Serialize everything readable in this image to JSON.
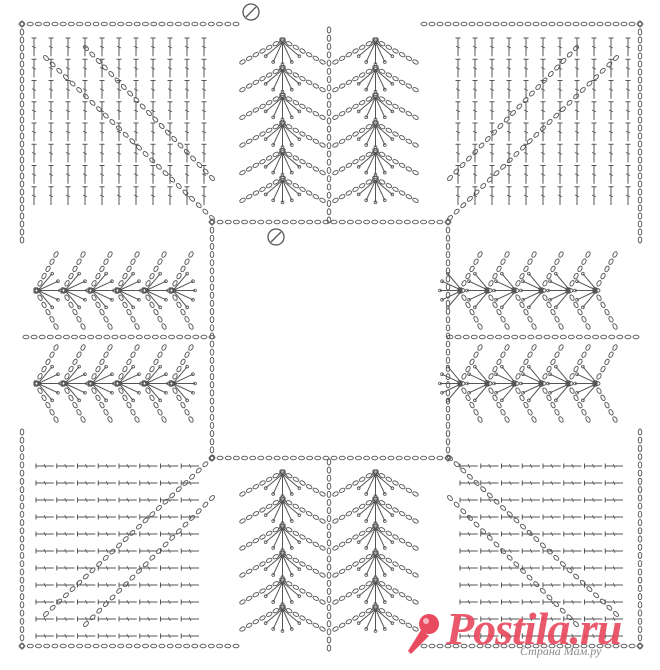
{
  "diagram": {
    "stroke_color": "#555555",
    "background": "#ffffff",
    "motif": "crochet square with openwork center"
  },
  "markers": {
    "start_top": {
      "label": "",
      "icon": "circled-slash-icon"
    },
    "start_inner": {
      "label": "",
      "icon": "circled-slash-icon"
    }
  },
  "watermark": {
    "main_text": "Postila.ru",
    "sub_text": "Страна Мам.ру",
    "color": "#e84a5f",
    "icon": "pushpin-icon"
  }
}
